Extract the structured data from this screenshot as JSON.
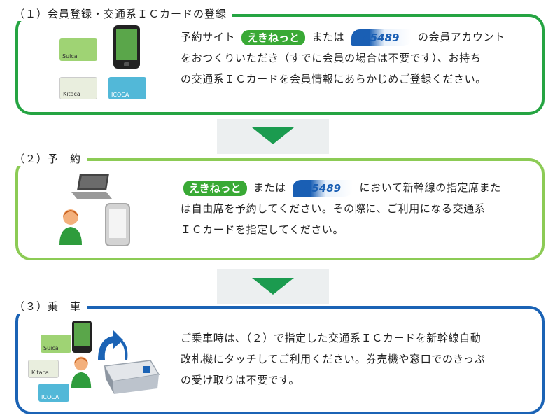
{
  "steps": [
    {
      "title": "（１）会員登録・交通系ＩＣカードの登録",
      "line1_prefix": "予約サイト",
      "line1_mid": "または",
      "line1_suffix": "の会員アカウント",
      "line2": "をおつくりいただき（すでに会員の場合は不要です）、お持ち",
      "line3": "の交通系ＩＣカードを会員情報にあらかじめご登録ください。",
      "card_labels": [
        "Suica",
        "Kitaca",
        "ICOCA"
      ]
    },
    {
      "title": "（２）予　約",
      "line1_mid": "または",
      "line1_suffix": "において新幹線の指定席また",
      "line2": "は自由席を予約してください。その際に、ご利用になる交通系",
      "line3": "ＩＣカードを指定してください。"
    },
    {
      "title": "（３）乗　車",
      "line1": "ご乗車時は、（２）で指定した交通系ＩＣカードを新幹線自動",
      "line2": "改札機にタッチしてご利用ください。券売機や窓口でのきっぷ",
      "line3": "の受け取りは不要です。",
      "card_labels": [
        "Suica",
        "Kitaca",
        "ICOCA"
      ]
    }
  ],
  "brands": {
    "ekinet": "えきねっと",
    "e5489": "e5489"
  },
  "colors": {
    "step1_border": "#25a442",
    "step2_border": "#8ccb55",
    "step3_border": "#1b63b5",
    "arrow": "#1b9b4f"
  }
}
